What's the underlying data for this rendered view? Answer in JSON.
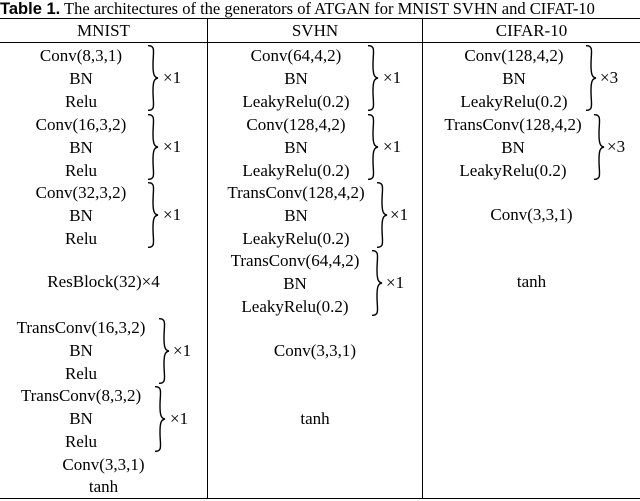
{
  "caption": {
    "label": "Table 1.",
    "text": "The architectures of the generators of ATGAN for MNIST SVHN and CIFAT-10"
  },
  "headers": [
    "MNIST",
    "SVHN",
    "CIFAR-10"
  ],
  "mnist": [
    {
      "lines": [
        "Conv(8,3,1)",
        "BN",
        "Relu"
      ],
      "mult": "×1"
    },
    {
      "lines": [
        "Conv(16,3,2)",
        "BN",
        "Relu"
      ],
      "mult": "×1"
    },
    {
      "lines": [
        "Conv(32,3,2)",
        "BN",
        "Relu"
      ],
      "mult": "×1"
    },
    {
      "text": "ResBlock(32)×4"
    },
    {
      "lines": [
        "TransConv(16,3,2)",
        "BN",
        "Relu"
      ],
      "mult": "×1"
    },
    {
      "lines": [
        "TransConv(8,3,2)",
        "BN",
        "Relu"
      ],
      "mult": "×1"
    },
    {
      "text": "Conv(3,3,1)"
    },
    {
      "text": "tanh"
    }
  ],
  "svhn": [
    {
      "lines": [
        "Conv(64,4,2)",
        "BN",
        "LeakyRelu(0.2)"
      ],
      "mult": "×1"
    },
    {
      "lines": [
        "Conv(128,4,2)",
        "BN",
        "LeakyRelu(0.2)"
      ],
      "mult": "×1"
    },
    {
      "lines": [
        "TransConv(128,4,2)",
        "BN",
        "LeakyRelu(0.2)"
      ],
      "mult": "×1"
    },
    {
      "lines": [
        "TransConv(64,4,2)",
        "BN",
        "LeakyRelu(0.2)"
      ],
      "mult": "×1"
    },
    {
      "text": "Conv(3,3,1)"
    },
    {
      "text": "tanh"
    }
  ],
  "cifar": [
    {
      "lines": [
        "Conv(128,4,2)",
        "BN",
        "LeakyRelu(0.2)"
      ],
      "mult": "×3"
    },
    {
      "lines": [
        "TransConv(128,4,2)",
        "BN",
        "LeakyRelu(0.2)"
      ],
      "mult": "×3"
    },
    {
      "text": "Conv(3,3,1)"
    },
    {
      "text": "tanh"
    }
  ]
}
